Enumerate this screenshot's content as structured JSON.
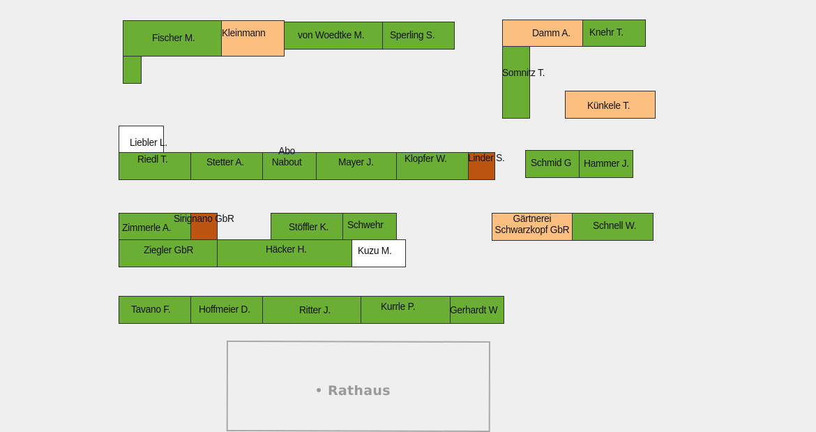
{
  "stalls": [
    {
      "id": "fischer",
      "label": "Fischer M.",
      "status": "green"
    },
    {
      "id": "fischer-ext",
      "label": "",
      "status": "green"
    },
    {
      "id": "kleinmann",
      "label": "Kleinmann",
      "status": "orange"
    },
    {
      "id": "von-woedtke",
      "label": "von Woedtke M.",
      "status": "green"
    },
    {
      "id": "sperling",
      "label": "Sperling S.",
      "status": "green"
    },
    {
      "id": "damm",
      "label": "Damm A.",
      "status": "orange"
    },
    {
      "id": "knehr",
      "label": "Knehr T.",
      "status": "green"
    },
    {
      "id": "somnitz",
      "label": "Somnitz T.",
      "status": "green"
    },
    {
      "id": "kuenkele",
      "label": "Künkele T.",
      "status": "orange"
    },
    {
      "id": "liebler",
      "label": "Liebler L.",
      "status": "white"
    },
    {
      "id": "riedl",
      "label": "Riedl T.",
      "status": "green"
    },
    {
      "id": "stetter",
      "label": "Stetter A.",
      "status": "green"
    },
    {
      "id": "abo-nabout",
      "label": "Abo Nabout",
      "status": "green"
    },
    {
      "id": "mayer",
      "label": "Mayer J.",
      "status": "green"
    },
    {
      "id": "klopfer",
      "label": "Klopfer W.",
      "status": "green"
    },
    {
      "id": "linder",
      "label": "Linder S.",
      "status": "brown"
    },
    {
      "id": "schmid",
      "label": "Schmid G",
      "status": "green"
    },
    {
      "id": "hammer",
      "label": "Hammer J.",
      "status": "green"
    },
    {
      "id": "zimmerle",
      "label": "Zimmerle A.",
      "status": "green"
    },
    {
      "id": "sirignano",
      "label": "Sirignano GbR",
      "status": "brown"
    },
    {
      "id": "stoeffler",
      "label": "Stöffler K.",
      "status": "green"
    },
    {
      "id": "schwehr",
      "label": "Schwehr",
      "status": "green"
    },
    {
      "id": "ziegler",
      "label": "Ziegler GbR",
      "status": "green"
    },
    {
      "id": "haecker",
      "label": "Häcker H.",
      "status": "green"
    },
    {
      "id": "kuzu",
      "label": "Kuzu M.",
      "status": "white"
    },
    {
      "id": "gaertnerei",
      "label": "Gärtnerei Schwarzkopf GbR",
      "status": "orange"
    },
    {
      "id": "schnell",
      "label": "Schnell W.",
      "status": "green"
    },
    {
      "id": "tavano",
      "label": "Tavano F.",
      "status": "green"
    },
    {
      "id": "hoffmeier",
      "label": "Hoffmeier D.",
      "status": "green"
    },
    {
      "id": "ritter",
      "label": "Ritter J.",
      "status": "green"
    },
    {
      "id": "kurrle",
      "label": "Kurrle P.",
      "status": "green"
    },
    {
      "id": "gerhardt",
      "label": "Gerhardt W",
      "status": "green"
    }
  ],
  "rathaus": {
    "label": "Rathaus"
  },
  "colors": {
    "green": "#6aae33",
    "orange": "#fdbf80",
    "brown": "#bd5512",
    "white": "#ffffff",
    "background": "#efefef"
  }
}
